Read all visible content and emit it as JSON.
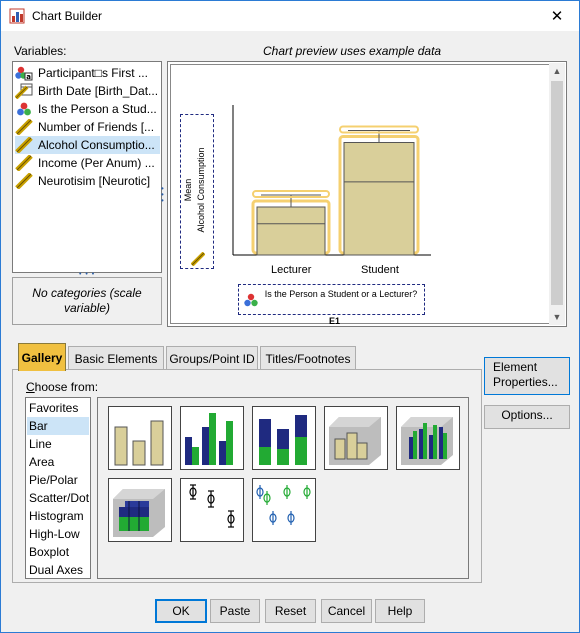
{
  "window": {
    "title": "Chart Builder",
    "close_glyph": "✕"
  },
  "labels": {
    "variables": "Variables:",
    "preview_note": "Chart preview uses example data",
    "choose_from": "Choose from:",
    "no_categories": "No categories (scale variable)"
  },
  "variables": [
    {
      "label": "Participant□s First ...",
      "icon": "nominal-string-icon",
      "selected": false
    },
    {
      "label": "Birth Date [Birth_Dat...",
      "icon": "date-scale-icon",
      "selected": false
    },
    {
      "label": "Is the Person a Stud...",
      "icon": "nominal-icon",
      "selected": false
    },
    {
      "label": "Number of Friends [...",
      "icon": "scale-ruler-icon",
      "selected": false
    },
    {
      "label": "Alcohol Consumptio...",
      "icon": "scale-ruler-icon",
      "selected": true
    },
    {
      "label": "Income (Per Anum) ...",
      "icon": "scale-ruler-icon",
      "selected": false
    },
    {
      "label": "Neurotisim [Neurotic]",
      "icon": "scale-ruler-icon",
      "selected": false
    }
  ],
  "preview": {
    "y_drop_label_line1": "Mean",
    "y_drop_label_line2": "Alcohol Consumption",
    "x_drop_label": "Is the Person a Student or a Lecturer?",
    "categories": [
      "Lecturer",
      "Student"
    ],
    "values": [
      3.2,
      7.5
    ],
    "bar_color": "#d9cf9a",
    "highlight_color": "#f5d070",
    "partial_label": "E1"
  },
  "tabs": [
    {
      "label": "Gallery",
      "active": true
    },
    {
      "label": "Basic Elements",
      "active": false
    },
    {
      "label": "Groups/Point ID",
      "active": false
    },
    {
      "label": "Titles/Footnotes",
      "active": false
    }
  ],
  "chart_types": [
    "Favorites",
    "Bar",
    "Line",
    "Area",
    "Pie/Polar",
    "Scatter/Dot",
    "Histogram",
    "High-Low",
    "Boxplot",
    "Dual Axes"
  ],
  "selected_chart_type": "Bar",
  "side_buttons": {
    "element_properties": "Element Properties...",
    "options": "Options..."
  },
  "buttons": {
    "ok": "OK",
    "paste": "Paste",
    "reset": "Reset",
    "cancel": "Cancel",
    "help": "Help"
  },
  "colors": {
    "accent": "#0078d7",
    "active_tab": "#f0c040",
    "bar_fill": "#d9cf9a",
    "bar_blue": "#1f2a80",
    "bar_green": "#22aa33"
  }
}
